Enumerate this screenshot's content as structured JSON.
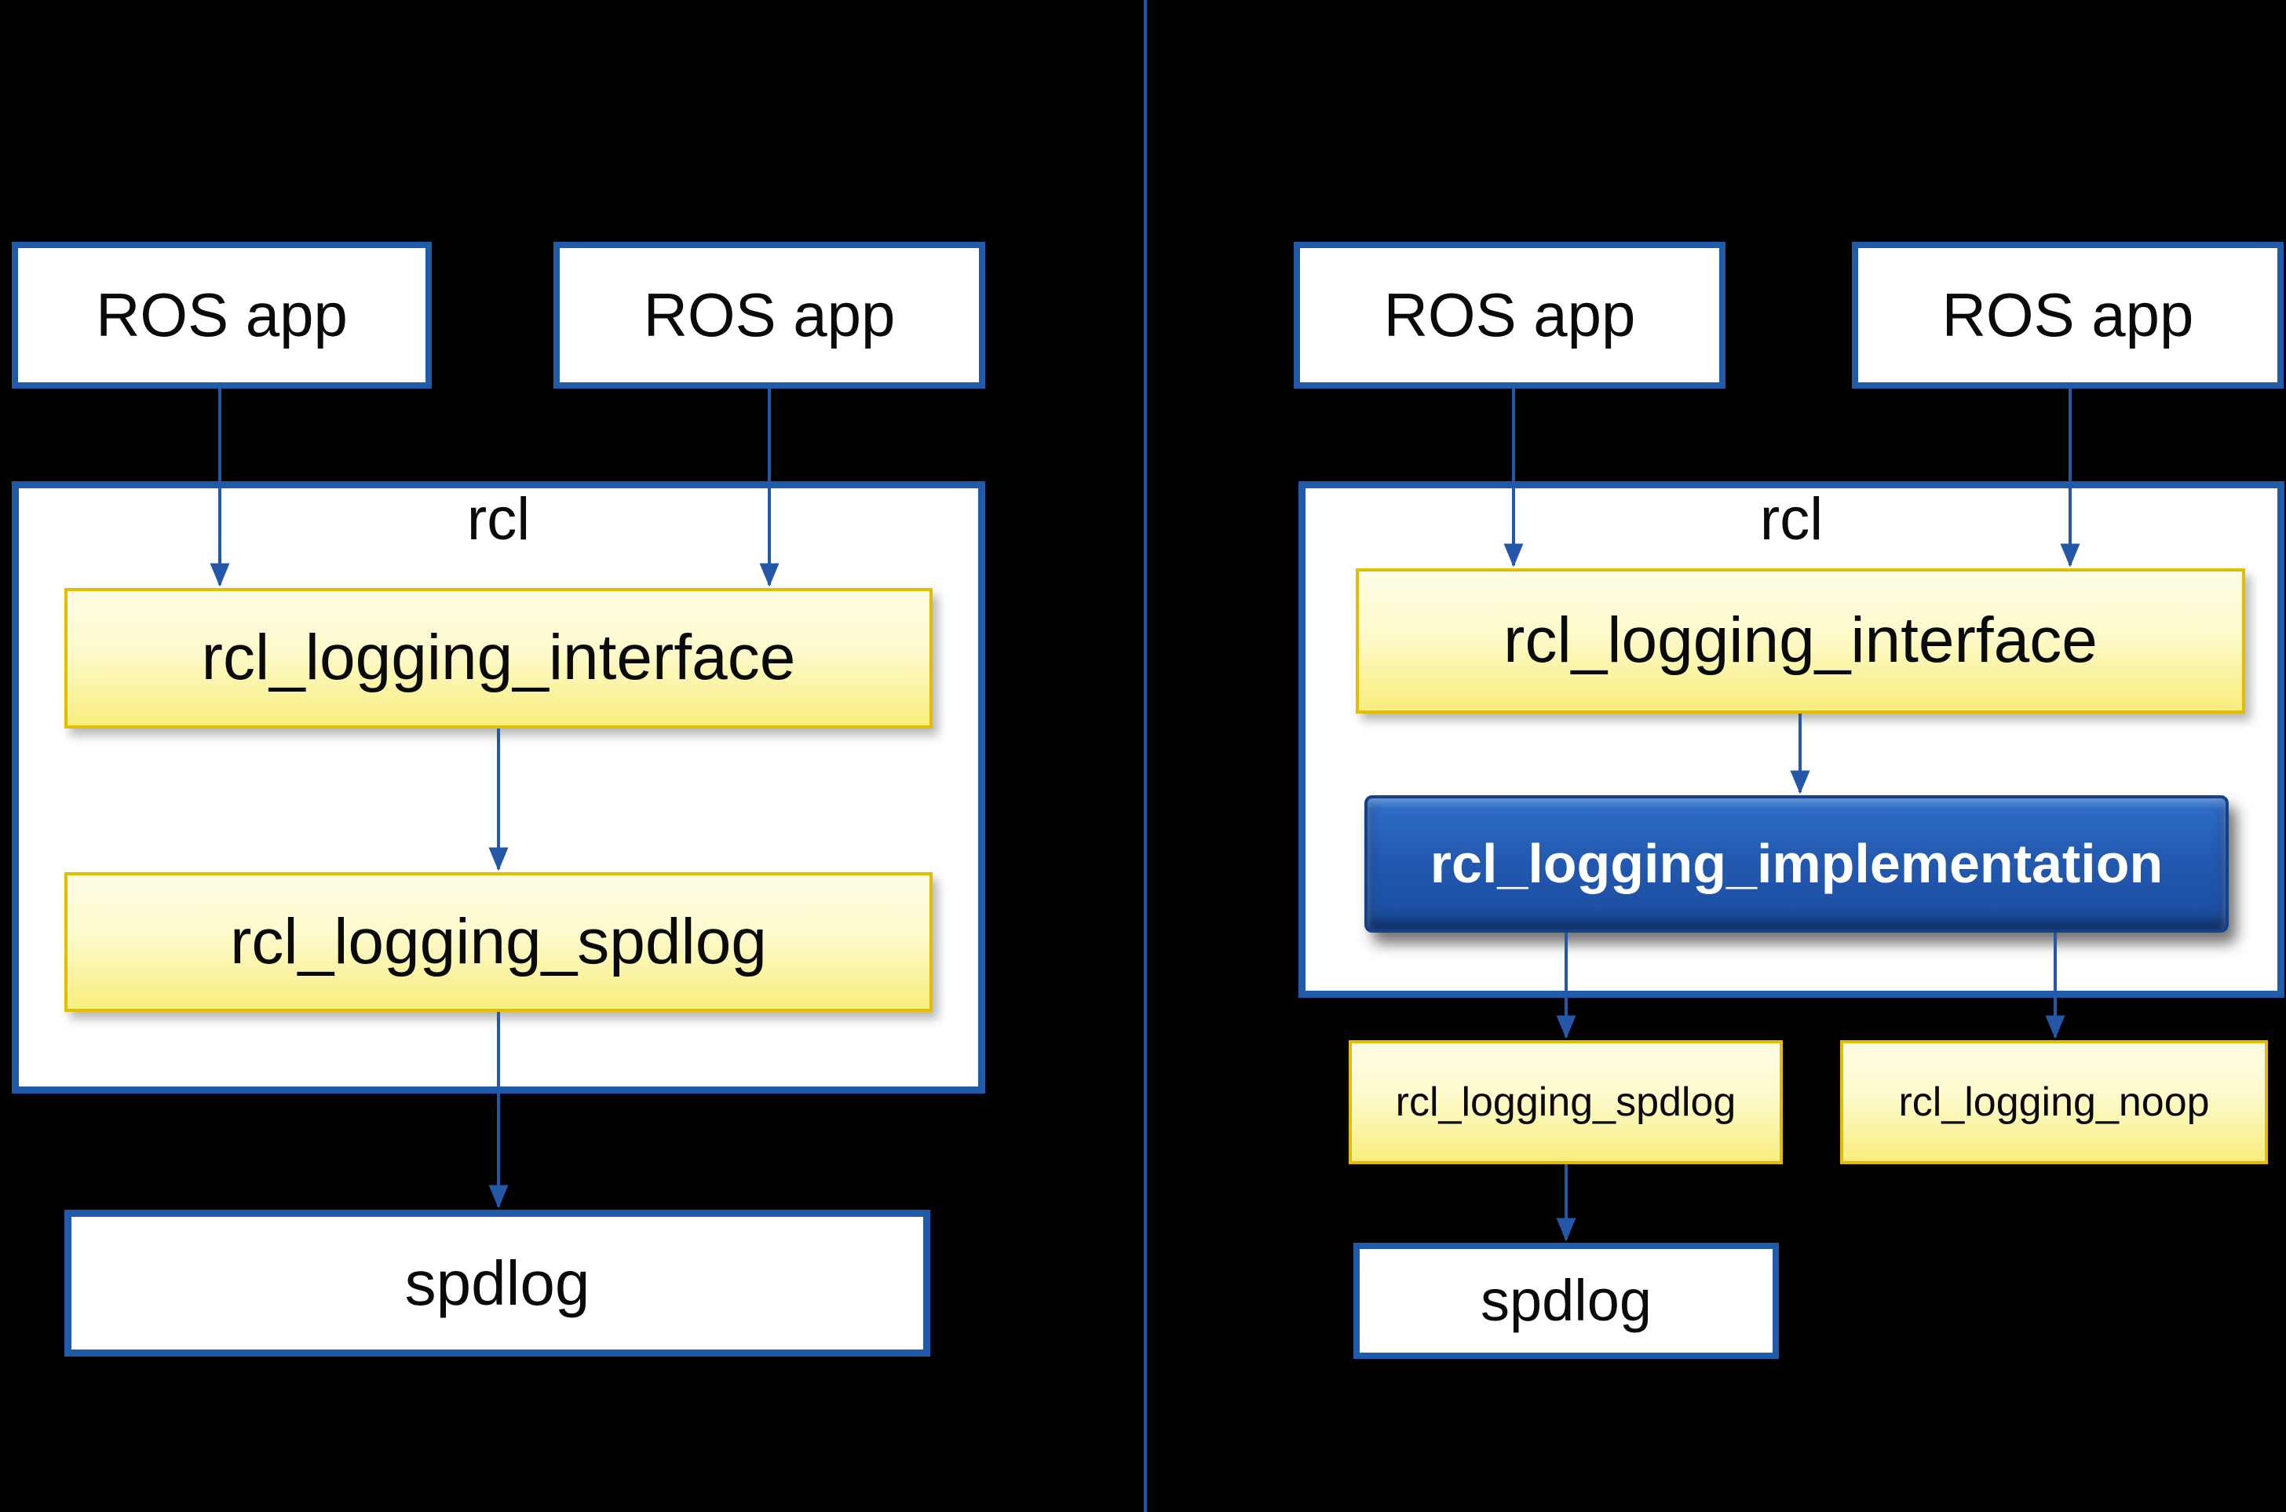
{
  "left_diagram": {
    "ros_app_1": "ROS app",
    "ros_app_2": "ROS app",
    "rcl_label": "rcl",
    "interface_label": "rcl_logging_interface",
    "spdlog_impl_label": "rcl_logging_spdlog",
    "spdlog_label": "spdlog"
  },
  "right_diagram": {
    "ros_app_1": "ROS app",
    "ros_app_2": "ROS app",
    "rcl_label": "rcl",
    "interface_label": "rcl_logging_interface",
    "implementation_label": "rcl_logging_implementation",
    "spdlog_backend_label": "rcl_logging_spdlog",
    "noop_backend_label": "rcl_logging_noop",
    "spdlog_label": "spdlog"
  },
  "colors": {
    "background": "#000000",
    "divider": "#1E55A6",
    "box_border_blue": "#1F5BA8",
    "arrow_blue": "#2457A8",
    "box_fill_white": "#FFFFFF",
    "text_dark": "#0A0A0A",
    "yellow_top": "#FEFDE6",
    "yellow_bottom": "#F8EE7E",
    "yellow_border": "#E3BE00",
    "impl_top": "#2F6FC9",
    "impl_bottom": "#1B4D9F",
    "impl_border": "#16418A",
    "impl_text": "#FFFFFF"
  }
}
